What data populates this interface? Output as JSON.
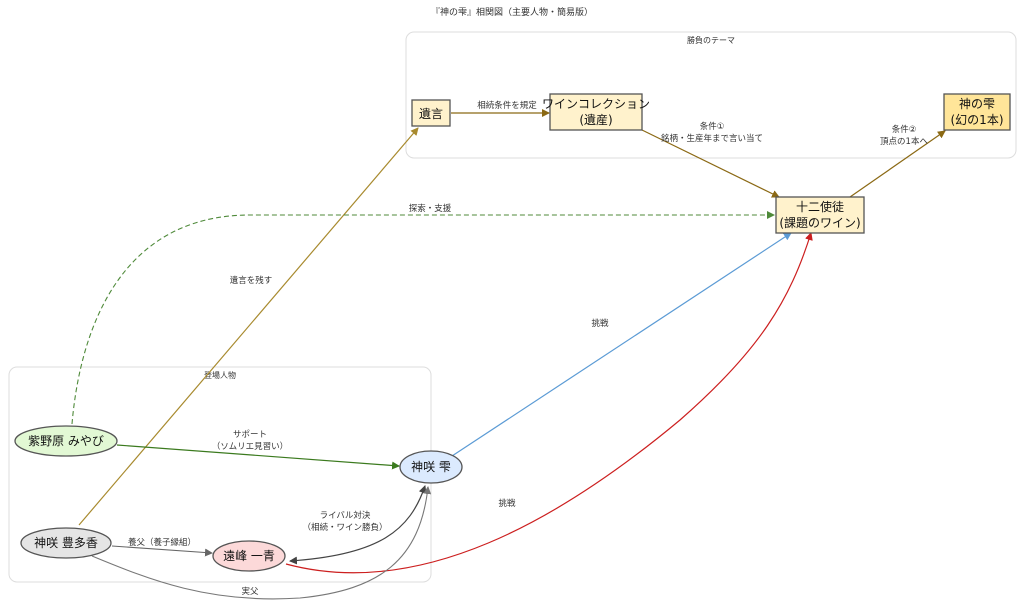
{
  "title": "『神の雫』相関図（主要人物・簡易版）",
  "clusters": {
    "theme": {
      "label": "勝負のテーマ"
    },
    "characters": {
      "label": "登場人物"
    }
  },
  "nodes": {
    "yuigon": {
      "lines": [
        "遺言"
      ],
      "fill": "#fff2cc"
    },
    "collection": {
      "lines": [
        "ワインコレクション",
        "(遺産)"
      ],
      "fill": "#fff2cc"
    },
    "kaminoshizuku": {
      "lines": [
        "神の雫",
        "(幻の1本)"
      ],
      "fill": "#ffe599"
    },
    "twelve": {
      "lines": [
        "十二使徒",
        "(課題のワイン)"
      ],
      "fill": "#fff2cc"
    },
    "miyabi": {
      "lines": [
        "紫野原 みやび"
      ],
      "fill": "#e2f8d4"
    },
    "shizuku": {
      "lines": [
        "神咲 雫"
      ],
      "fill": "#dbeafe"
    },
    "yutaka": {
      "lines": [
        "神咲 豊多香"
      ],
      "fill": "#e5e5e5"
    },
    "issei": {
      "lines": [
        "遠峰 一青"
      ],
      "fill": "#fcd9d9"
    }
  },
  "edges": [
    {
      "id": "yuigon-collection",
      "label": [
        "相続条件を規定"
      ],
      "color": "#8b6914",
      "dashed": false
    },
    {
      "id": "collection-twelve",
      "label": [
        "条件①",
        "銘柄・生産年まで言い当て"
      ],
      "color": "#8b6914",
      "dashed": false
    },
    {
      "id": "twelve-kaminoshizuku",
      "label": [
        "条件②",
        "頂点の1本へ"
      ],
      "color": "#8b6914",
      "dashed": false
    },
    {
      "id": "yutaka-yuigon",
      "label": [
        "遺言を残す"
      ],
      "color": "#a88a2e",
      "dashed": false
    },
    {
      "id": "miyabi-twelve",
      "label": [
        "探索・支援"
      ],
      "color": "#4f8a3a",
      "dashed": true
    },
    {
      "id": "miyabi-shizuku",
      "label": [
        "サポート",
        "（ソムリエ見習い）"
      ],
      "color": "#3b7a1e",
      "dashed": false
    },
    {
      "id": "shizuku-twelve",
      "label": [
        "挑戦"
      ],
      "color": "#5b9bd5",
      "dashed": false
    },
    {
      "id": "issei-twelve",
      "label": [
        "挑戦"
      ],
      "color": "#cc1f1f",
      "dashed": false
    },
    {
      "id": "shizuku-issei",
      "label": [
        "ライバル対決",
        "（相続・ワイン勝負）"
      ],
      "color": "#444444",
      "dashed": false
    },
    {
      "id": "yutaka-issei",
      "label": [
        "養父（養子縁組）"
      ],
      "color": "#666666",
      "dashed": false
    },
    {
      "id": "yutaka-shizuku",
      "label": [
        "実父"
      ],
      "color": "#777777",
      "dashed": false
    }
  ]
}
